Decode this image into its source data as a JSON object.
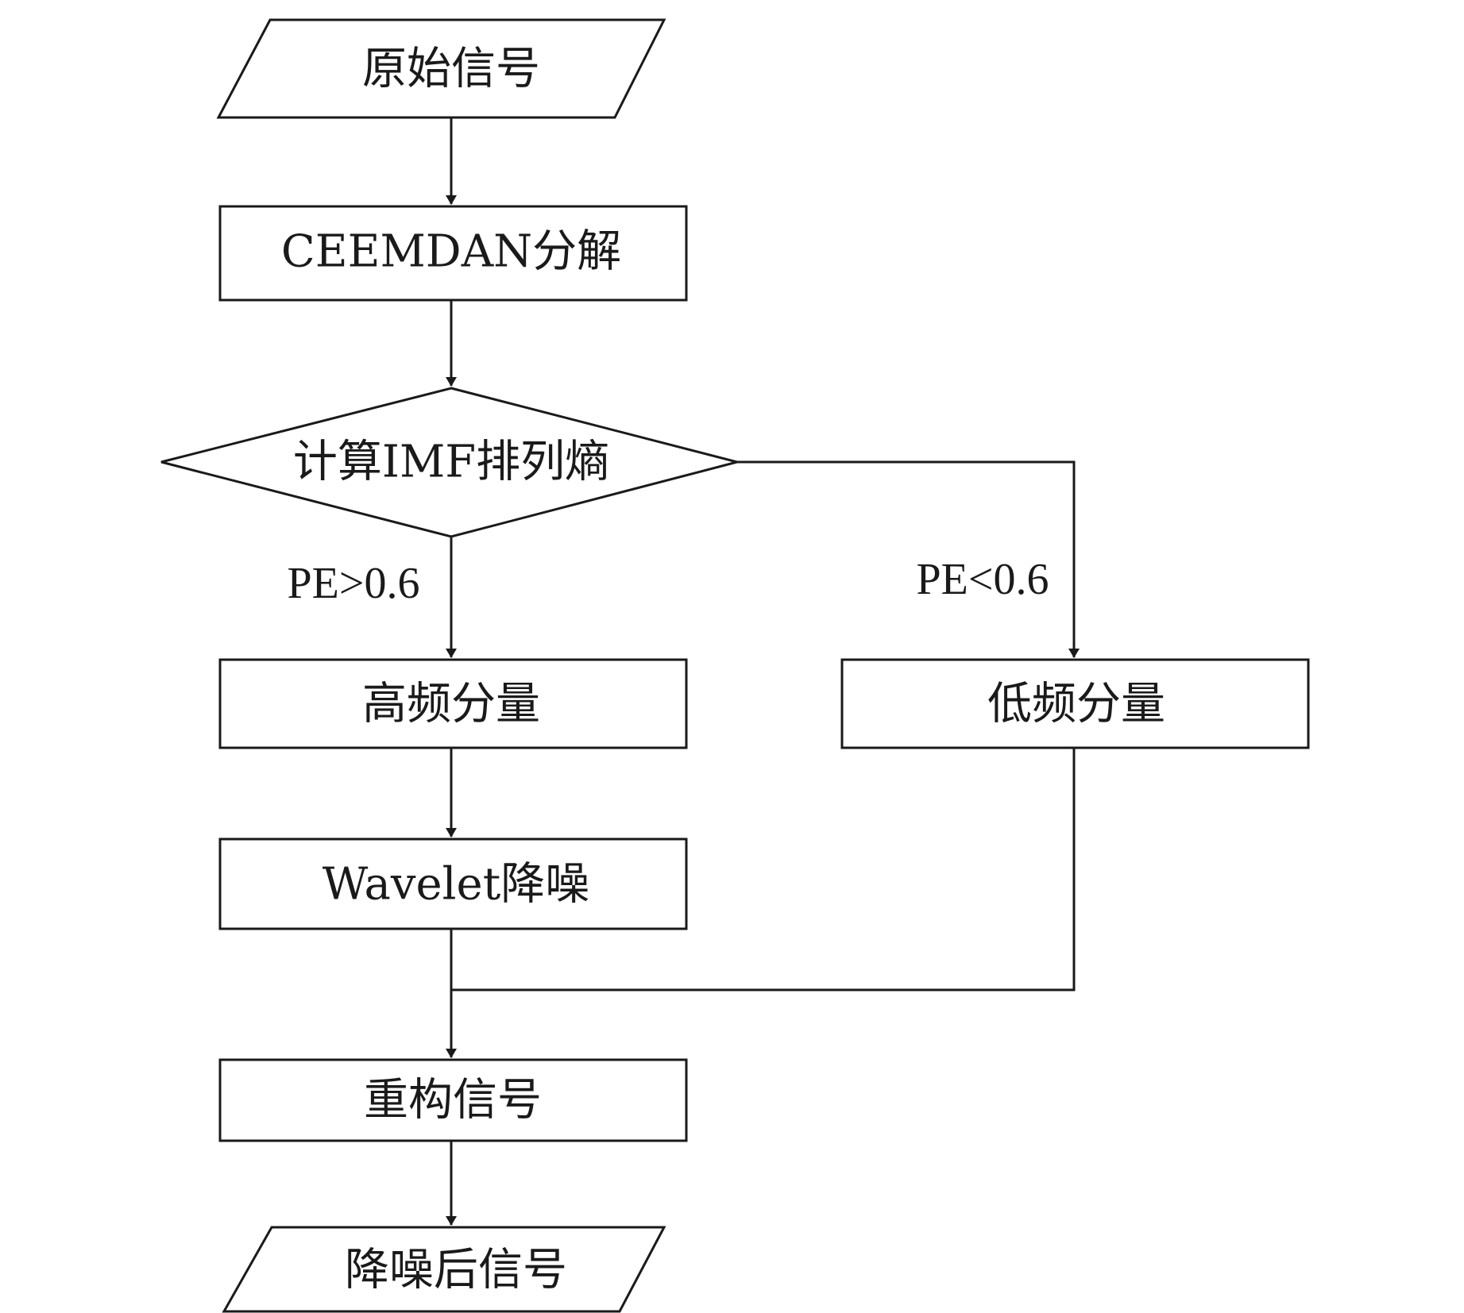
{
  "diagram": {
    "nodes": {
      "input": {
        "label": "原始信号",
        "shape": "parallelogram"
      },
      "decompose": {
        "label": "CEEMDAN分解",
        "shape": "rectangle"
      },
      "entropy": {
        "label": "计算IMF排列熵",
        "shape": "diamond"
      },
      "high_freq": {
        "label": "高频分量",
        "shape": "rectangle"
      },
      "low_freq": {
        "label": "低频分量",
        "shape": "rectangle"
      },
      "wavelet": {
        "label": "Wavelet降噪",
        "shape": "rectangle"
      },
      "reconstruct": {
        "label": "重构信号",
        "shape": "rectangle"
      },
      "output": {
        "label": "降噪后信号",
        "shape": "parallelogram"
      }
    },
    "conditions": {
      "high": "PE>0.6",
      "low": "PE<0.6"
    },
    "edges": [
      {
        "from": "input",
        "to": "decompose"
      },
      {
        "from": "decompose",
        "to": "entropy"
      },
      {
        "from": "entropy",
        "to": "high_freq",
        "condition": "PE>0.6"
      },
      {
        "from": "entropy",
        "to": "low_freq",
        "condition": "PE<0.6"
      },
      {
        "from": "high_freq",
        "to": "wavelet"
      },
      {
        "from": "wavelet",
        "to": "reconstruct"
      },
      {
        "from": "low_freq",
        "to": "reconstruct"
      },
      {
        "from": "reconstruct",
        "to": "output"
      }
    ],
    "colors": {
      "stroke": "#1a1a1a",
      "fill": "#ffffff",
      "text": "#1a1a1a"
    }
  }
}
